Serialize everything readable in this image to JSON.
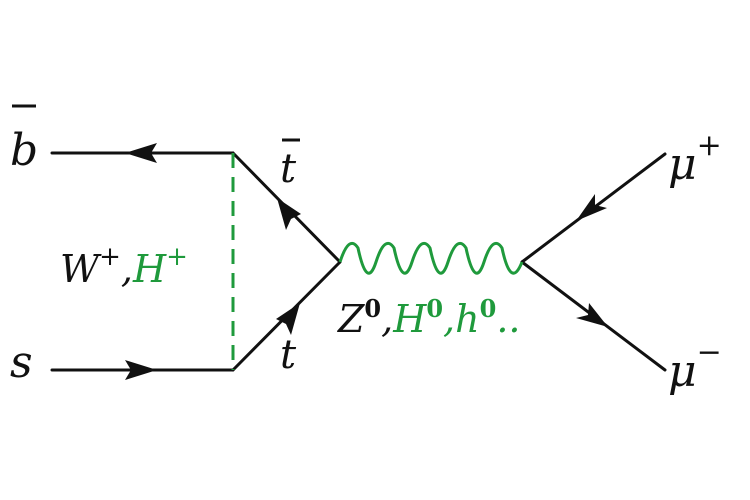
{
  "diagram": {
    "particles": {
      "b_bar": "b",
      "s": "s",
      "t_bar": "t",
      "t": "t",
      "mu_plus": "μ",
      "mu_plus_sup": "+",
      "mu_minus": "μ",
      "mu_minus_sup": "−"
    },
    "exchange": {
      "w": "W",
      "w_sup": "+",
      "comma": ",",
      "h": "H",
      "h_sup": "+"
    },
    "propagator": {
      "z": "Z",
      "z_sup": "0",
      "comma1": ",",
      "h0": "H",
      "h0_sup": "0",
      "comma2": ",",
      "hsmall": "h",
      "hsmall_sup": "0",
      "dots": ".."
    }
  },
  "colors": {
    "line": "#111111",
    "boson": "#1f9a3c"
  }
}
